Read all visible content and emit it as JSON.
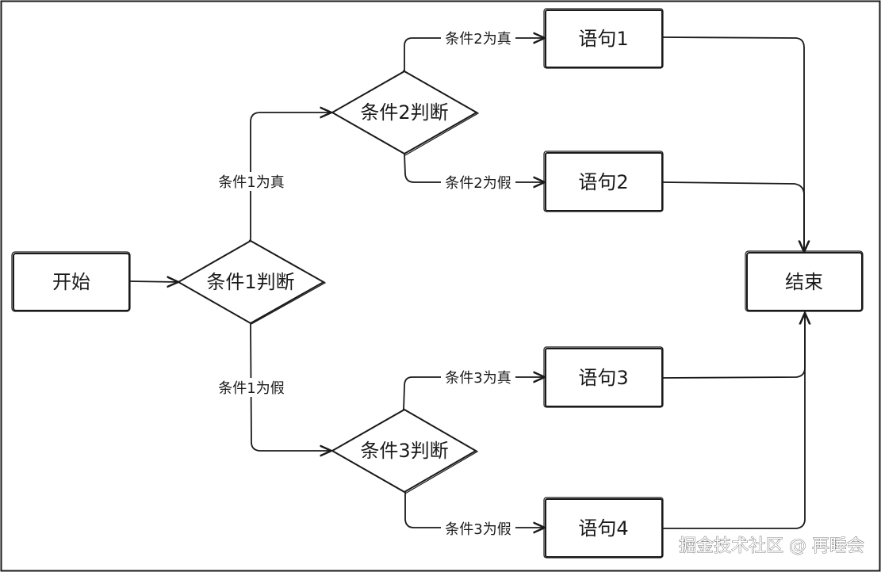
{
  "nodes": {
    "start": "开始",
    "cond1": "条件1判断",
    "cond2": "条件2判断",
    "cond3": "条件3判断",
    "stmt1": "语句1",
    "stmt2": "语句2",
    "stmt3": "语句3",
    "stmt4": "语句4",
    "end": "结束"
  },
  "edge_labels": {
    "cond1_true": "条件1为真",
    "cond1_false": "条件1为假",
    "cond2_true": "条件2为真",
    "cond2_false": "条件2为假",
    "cond3_true": "条件3为真",
    "cond3_false": "条件3为假"
  },
  "watermark": "掘金技术社区 @ 再睡会"
}
